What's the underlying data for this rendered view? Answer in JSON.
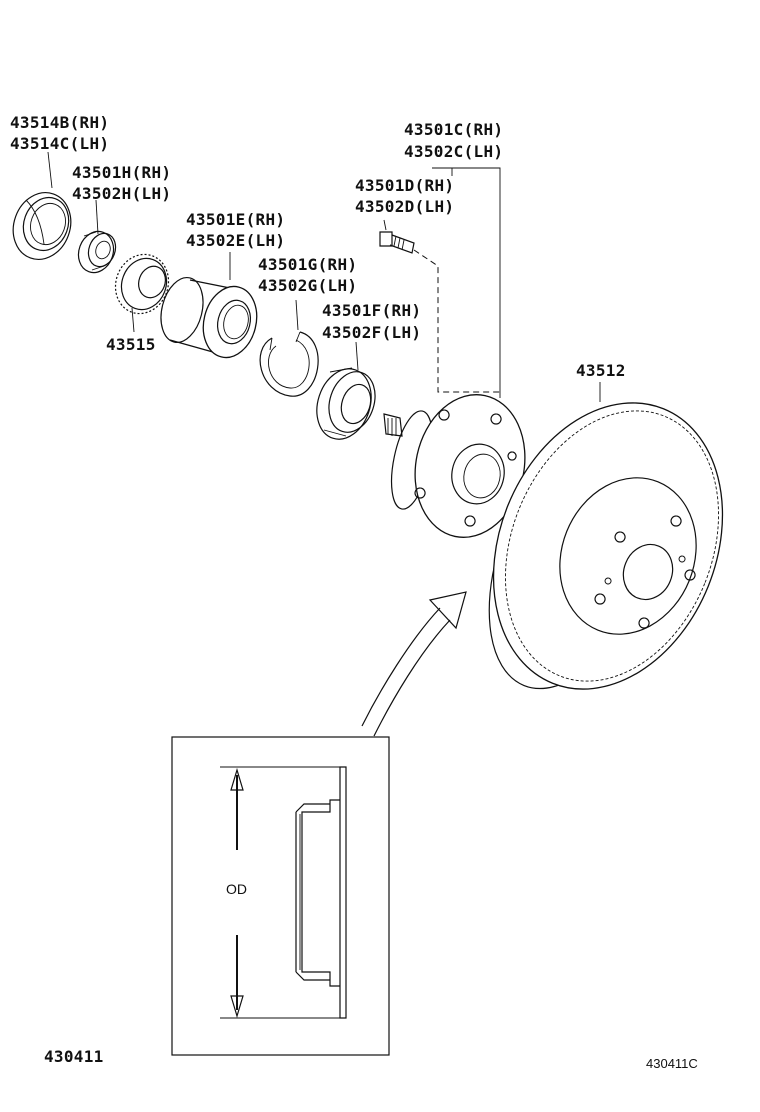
{
  "diagram_id_left": "430411",
  "diagram_id_right": "430411C",
  "callouts": {
    "c43514": {
      "line1": "43514B(RH)",
      "line2": "43514C(LH)"
    },
    "c43501h": {
      "line1": "43501H(RH)",
      "line2": "43502H(LH)"
    },
    "c43501e": {
      "line1": "43501E(RH)",
      "line2": "43502E(LH)"
    },
    "c43515": {
      "line1": "43515"
    },
    "c43501g": {
      "line1": "43501G(RH)",
      "line2": "43502G(LH)"
    },
    "c43501f": {
      "line1": "43501F(RH)",
      "line2": "43502F(LH)"
    },
    "c43501c": {
      "line1": "43501C(RH)",
      "line2": "43502C(LH)"
    },
    "c43501d": {
      "line1": "43501D(RH)",
      "line2": "43502D(LH)"
    },
    "c43512": {
      "line1": "43512"
    }
  },
  "inset": {
    "od_label": "OD"
  }
}
